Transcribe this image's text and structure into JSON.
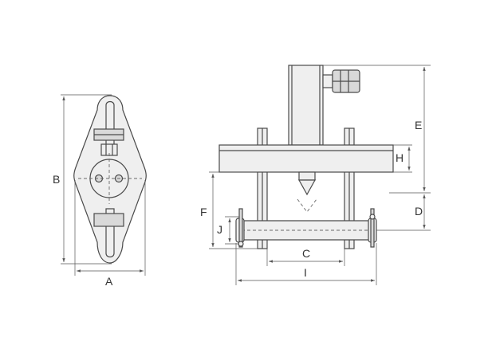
{
  "labels": {
    "A": "A",
    "B": "B",
    "C": "C",
    "D": "D",
    "E": "E",
    "F": "F",
    "H": "H",
    "I": "I",
    "J": "J"
  },
  "colors": {
    "line": "#4a4a4a",
    "part_fill": "#efefef",
    "part_shade": "#d9d9d9",
    "dimension": "#555555",
    "background": "#ffffff"
  }
}
